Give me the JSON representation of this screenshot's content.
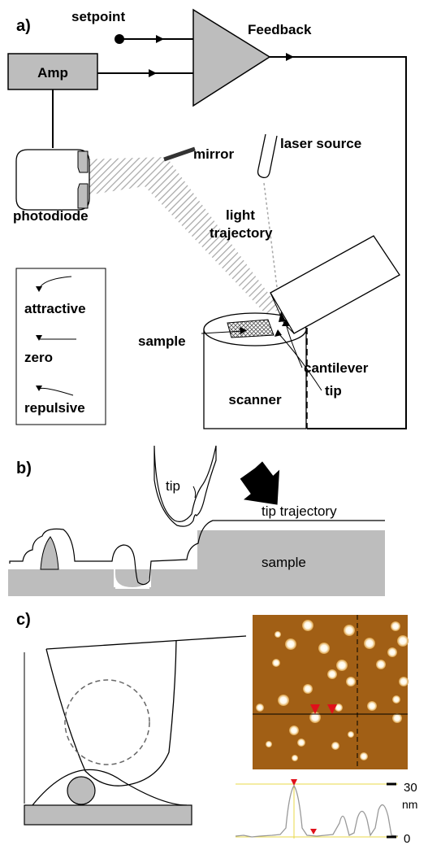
{
  "panel_a": {
    "label": "a)",
    "setpoint": "setpoint",
    "feedback": "Feedback",
    "amp": "Amp",
    "mirror": "mirror",
    "laser_source": "laser source",
    "photodiode": "photodiode",
    "light_trajectory_1": "light",
    "light_trajectory_2": "trajectory",
    "sample": "sample",
    "cantilever": "cantilever",
    "tip": "tip",
    "scanner": "scanner",
    "legend": {
      "attractive": "attractive",
      "zero": "zero",
      "repulsive": "repulsive"
    }
  },
  "panel_b": {
    "label": "b)",
    "tip": "tip",
    "tip_trajectory": "tip trajectory",
    "sample": "sample"
  },
  "panel_c": {
    "label": "c)",
    "profile_max": "30",
    "profile_unit": "nm",
    "profile_min": "0"
  },
  "colors": {
    "grey_fill": "#bdbdbd",
    "afm_background": "#9b5a12",
    "profile_yellow": "#e8d84a",
    "marker_red": "#e0101a"
  }
}
